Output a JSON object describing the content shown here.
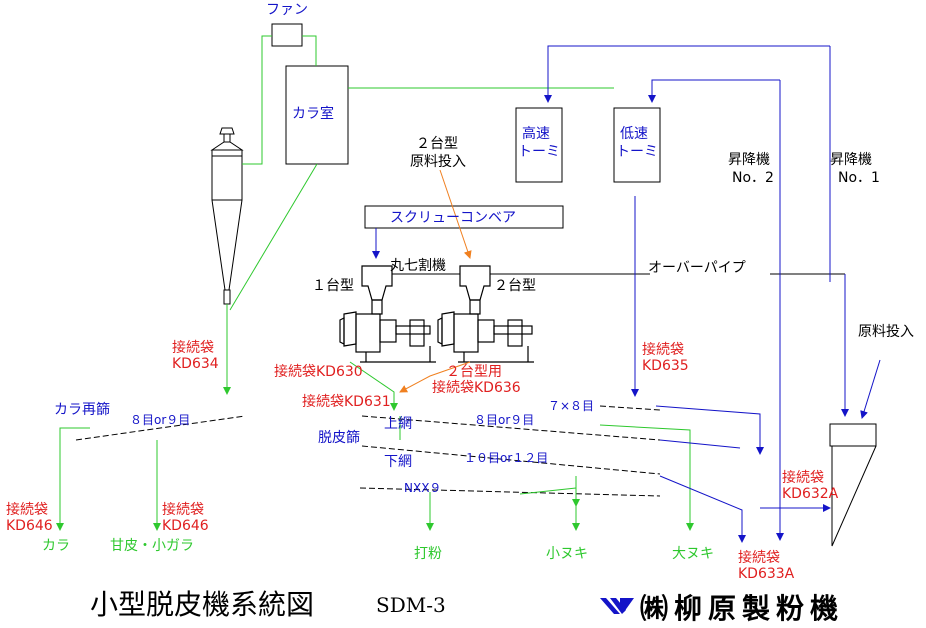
{
  "colors": {
    "green": "#2ec82e",
    "blue": "#1414c8",
    "red": "#e02020",
    "orange": "#f08020",
    "black": "#000000"
  },
  "labels": {
    "fan": "ファン",
    "kara_room": "カラ室",
    "high_speed_1": "高速",
    "high_speed_2": "トーミ",
    "low_speed_1": "低速",
    "low_speed_2": "トーミ",
    "elevator2_a": "昇降機",
    "elevator2_b": "No．2",
    "elevator1_a": "昇降機",
    "elevator1_b": "No．1",
    "two_unit_input_a": "２台型",
    "two_unit_input_b": "原料投入",
    "screw_conveyor": "スクリューコンベア",
    "marushichi": "丸七割機",
    "one_unit": "１台型",
    "two_unit": "２台型",
    "over_pipe": "オーバーパイプ",
    "raw_input": "原料投入",
    "bag_kd634_a": "接続袋",
    "bag_kd634_b": "KD634",
    "kara_resieve": "カラ再篩",
    "mesh_8_or_9_left": "８目or９目",
    "bag_kd646_left_a": "接続袋",
    "bag_kd646_left_b": "KD646",
    "bag_kd646_right_a": "接続袋",
    "bag_kd646_right_b": "KD646",
    "out_kara": "カラ",
    "out_amakawa": "甘皮・小ガラ",
    "bag_kd630": "接続袋KD630",
    "two_unit_bag_a": "２台型用",
    "two_unit_bag_b": "接続袋KD636",
    "bag_kd631": "接続袋KD631",
    "bag_kd635_a": "接続袋",
    "bag_kd635_b": "KD635",
    "mesh_7x8": "７×８目",
    "upper_net": "上網",
    "mesh_8_or_9_right": "８目or９目",
    "dehull_sieve": "脱皮篩",
    "lower_net": "下網",
    "mesh_10_or_12": "１０目or１２目",
    "nxx9": "NXX９",
    "bag_kd632a_a": "接続袋",
    "bag_kd632a_b": "KD632A",
    "bag_kd633a_a": "接続袋",
    "bag_kd633a_b": "KD633A",
    "out_dakofun": "打粉",
    "out_konuki": "小ヌキ",
    "out_oonuki": "大ヌキ",
    "title": "小型脱皮機系統図",
    "code": "SDM-3",
    "company": "㈱柳原製粉機"
  }
}
